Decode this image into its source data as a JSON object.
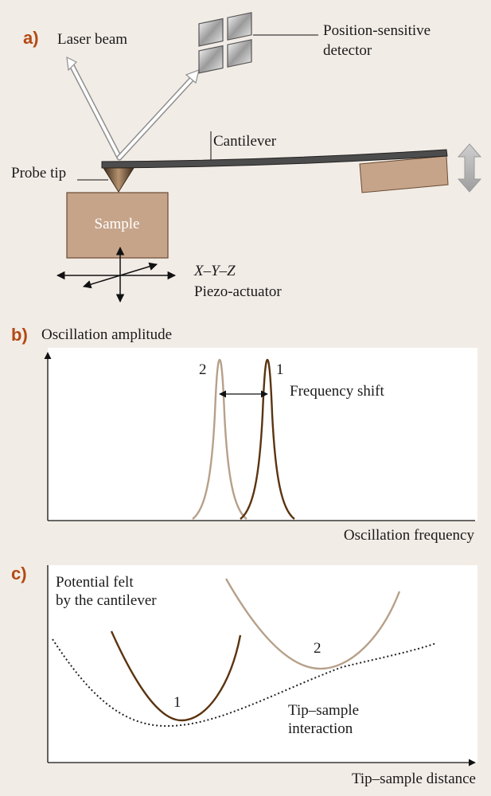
{
  "colors": {
    "background": "#f2ece6",
    "panel_fill": "#ffffff",
    "panel_label": "#b34a14",
    "curve_dark": "#5b3410",
    "curve_light": "#b7a08a",
    "sample": "#c6a48a",
    "cantilever": "#4c4c4c"
  },
  "panel_a": {
    "label": "a)",
    "laser_beam": "Laser beam",
    "detector_line1": "Position-sensitive",
    "detector_line2": "detector",
    "cantilever": "Cantilever",
    "probe_tip": "Probe tip",
    "sample": "Sample",
    "actuator_line1": "X–Y–Z",
    "actuator_line2": "Piezo-actuator",
    "icons": [
      "double-arrow-icon",
      "axes-icon"
    ]
  },
  "panel_b": {
    "label": "b)",
    "ylabel": "Oscillation amplitude",
    "xlabel": "Oscillation frequency",
    "peak1_label": "1",
    "peak2_label": "2",
    "shift_label": "Frequency shift"
  },
  "panel_c": {
    "label": "c)",
    "title_line1": "Potential felt",
    "title_line2": "by the cantilever",
    "well1_label": "1",
    "well2_label": "2",
    "interaction_line1": "Tip–sample",
    "interaction_line2": "interaction",
    "xlabel": "Tip–sample distance"
  }
}
